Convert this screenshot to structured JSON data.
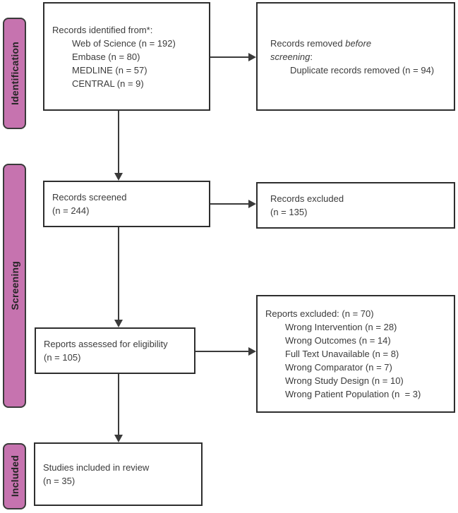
{
  "stages": [
    {
      "label": "Identification"
    },
    {
      "label": "Screening"
    },
    {
      "label": "Included"
    }
  ],
  "boxes": {
    "records_identified": {
      "line1": "Records identified from*:",
      "items": [
        "Web of Science (n = 192)",
        "Embase (n = 80)",
        "MEDLINE (n = 57)",
        "CENTRAL (n = 9)"
      ]
    },
    "records_removed": {
      "line1_prefix": "Records removed ",
      "line1_italic": "before",
      "line2_italic": "screening",
      "line2_suffix": ":",
      "items": [
        "Duplicate records removed (n = 94)"
      ]
    },
    "records_screened": {
      "lines": [
        "Records screened",
        "(n = 244)"
      ]
    },
    "records_excluded": {
      "lines": [
        "Records excluded",
        "(n = 135)"
      ]
    },
    "reports_assessed": {
      "lines": [
        "Reports assessed for eligibility",
        "(n = 105)"
      ]
    },
    "reports_excluded": {
      "line1": "Reports excluded: (n = 70)",
      "items": [
        "Wrong Intervention (n = 28)",
        "Wrong Outcomes (n = 14)",
        "Full Text Unavailable (n = 8)",
        "Wrong Comparator (n = 7)",
        "Wrong Study Design (n = 10)",
        "Wrong Patient Population (n  = 3)"
      ]
    },
    "studies_included": {
      "lines": [
        "Studies included in review",
        "(n = 35)"
      ]
    }
  },
  "colors": {
    "stage_fill": "#c673af",
    "stage_border": "#3a3a3a",
    "box_border": "#2e2e2e",
    "text": "#3b3b3b",
    "arrow": "#3a3a3a",
    "background": "#ffffff"
  }
}
